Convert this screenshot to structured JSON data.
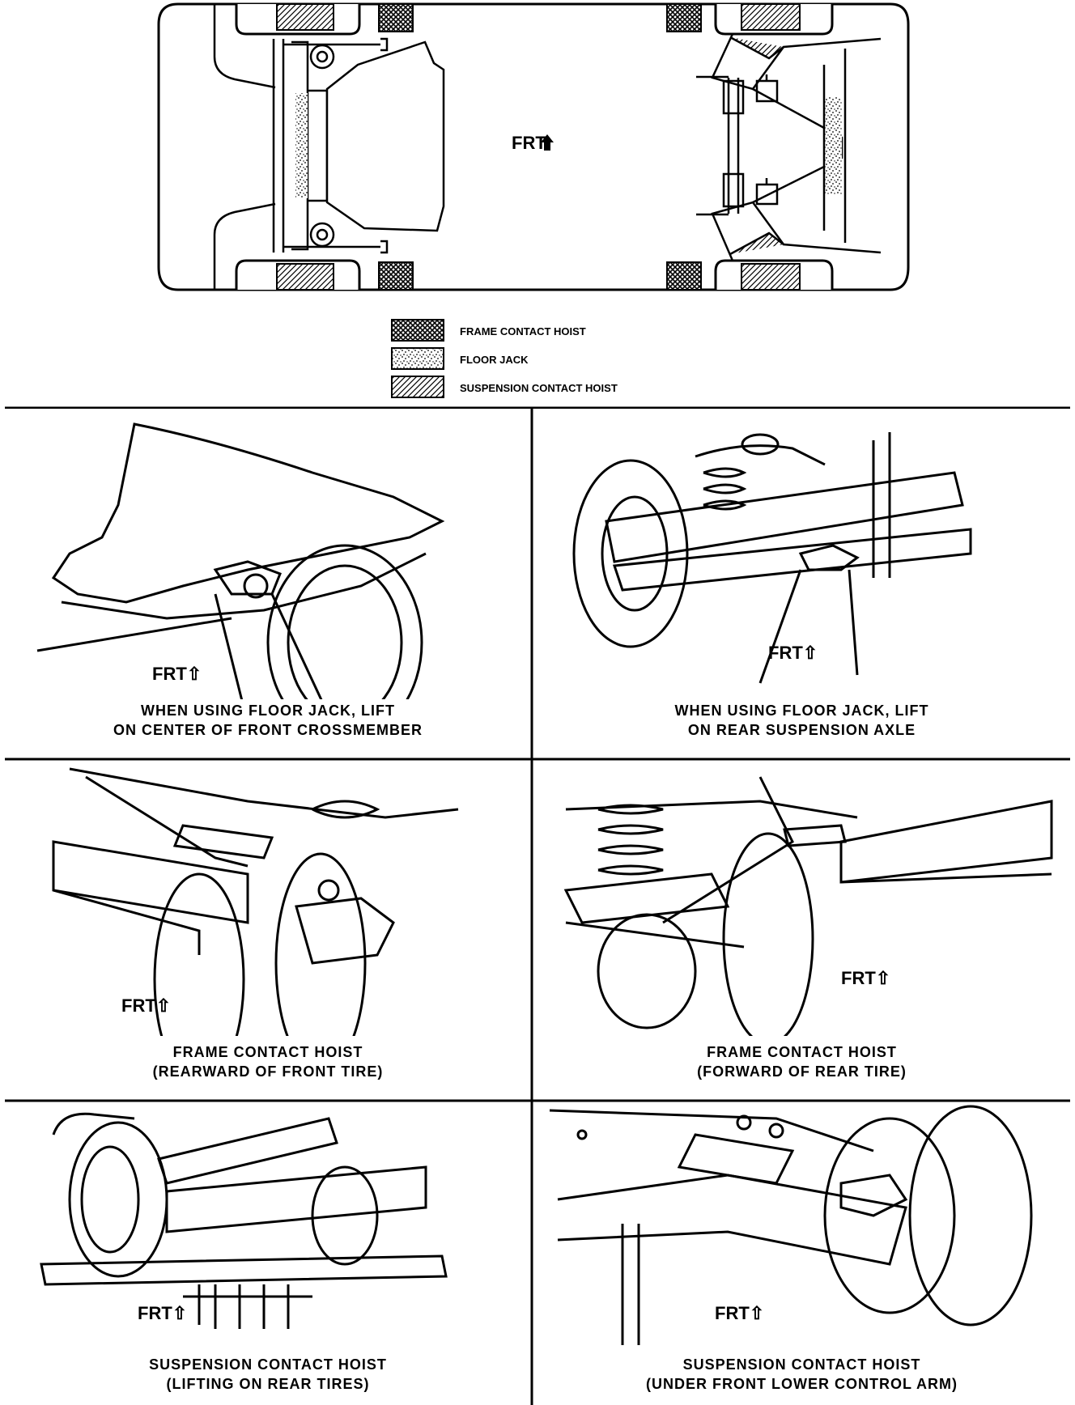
{
  "overview": {
    "frt_label": "FRT",
    "legend": [
      {
        "label": "FRAME CONTACT HOIST",
        "pattern": "crosshatch"
      },
      {
        "label": "FLOOR JACK",
        "pattern": "stipple"
      },
      {
        "label": "SUSPENSION CONTACT HOIST",
        "pattern": "diagonal"
      }
    ]
  },
  "panels": [
    {
      "frt": "FRT",
      "caption_line1": "WHEN USING FLOOR JACK, LIFT",
      "caption_line2": "ON CENTER OF FRONT CROSSMEMBER"
    },
    {
      "frt": "FRT",
      "caption_line1": "WHEN USING FLOOR JACK, LIFT",
      "caption_line2": "ON REAR SUSPENSION AXLE"
    },
    {
      "frt": "FRT",
      "caption_line1": "FRAME CONTACT HOIST",
      "caption_line2": "(REARWARD OF FRONT TIRE)"
    },
    {
      "frt": "FRT",
      "caption_line1": "FRAME CONTACT HOIST",
      "caption_line2": "(FORWARD OF REAR TIRE)"
    },
    {
      "frt": "FRT",
      "caption_line1": "SUSPENSION CONTACT HOIST",
      "caption_line2": "(LIFTING ON REAR TIRES)"
    },
    {
      "frt": "FRT",
      "caption_line1": "SUSPENSION CONTACT HOIST",
      "caption_line2": "(UNDER FRONT LOWER CONTROL ARM)"
    }
  ]
}
